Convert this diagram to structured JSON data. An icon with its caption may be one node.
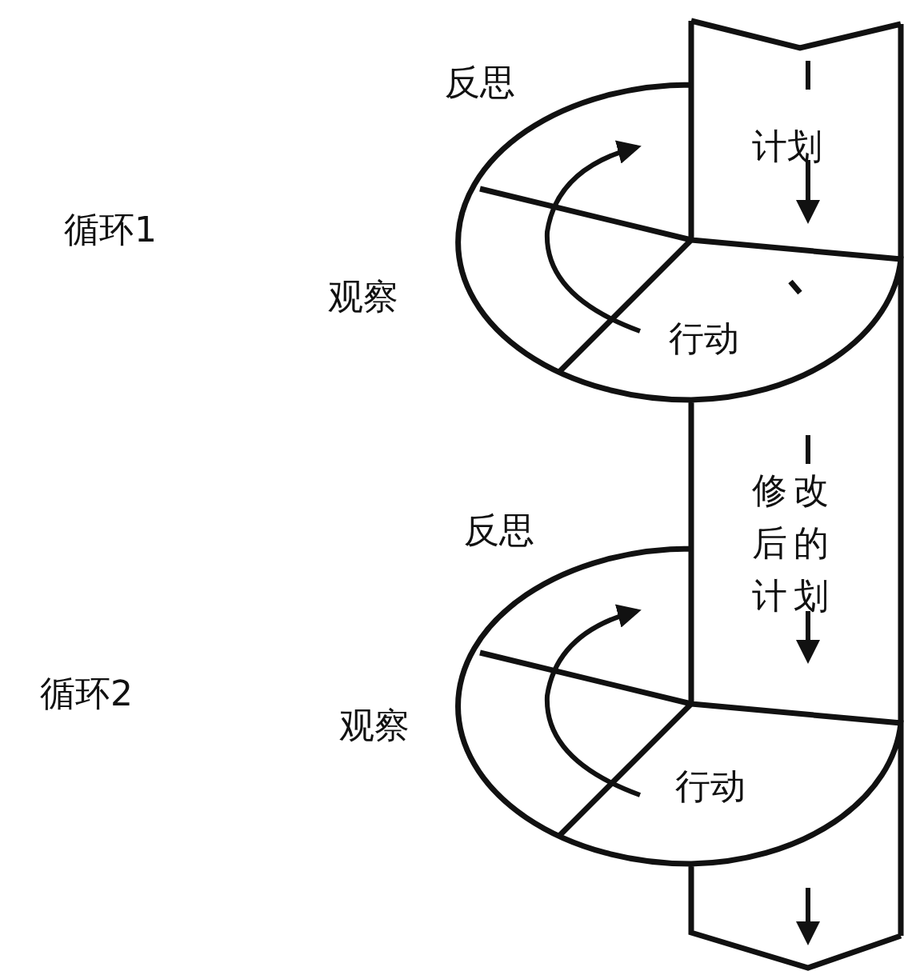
{
  "diagram": {
    "labels": [
      "反思",
      "计划",
      "循环1",
      "观察",
      "行动",
      "修改后的计划",
      "反思",
      "循环2",
      "观察",
      "行动"
    ]
  }
}
